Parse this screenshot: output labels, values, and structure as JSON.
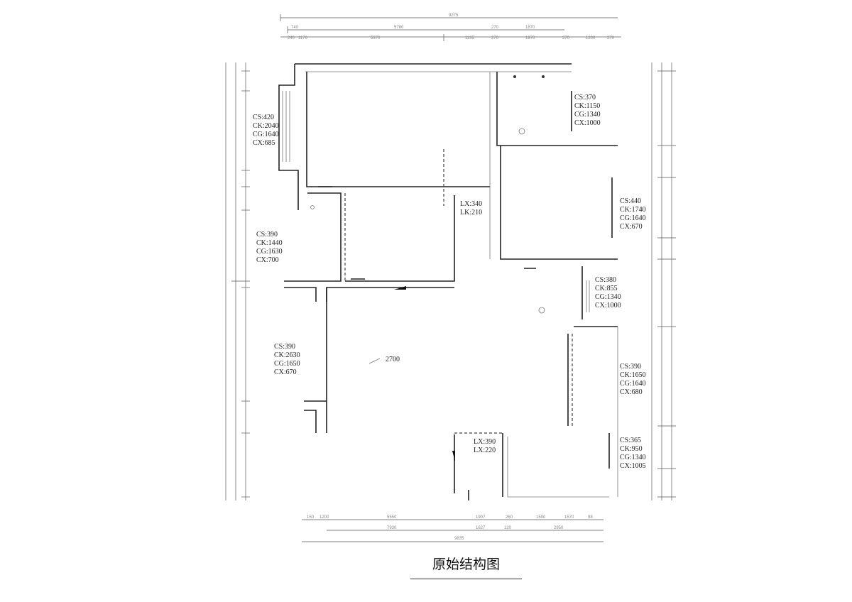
{
  "title": "原始结构图",
  "ceiling_height": "2700",
  "windows": [
    {
      "lines": [
        "CS:420",
        "CK:2040",
        "CG:1640",
        "CX:685"
      ]
    },
    {
      "lines": [
        "CS:370",
        "CK:1150",
        "CG:1340",
        "CX:1000"
      ]
    },
    {
      "lines": [
        "CS:440",
        "CK:1740",
        "CG:1640",
        "CX:670"
      ]
    },
    {
      "lines": [
        "CS:390",
        "CK:1440",
        "CG:1630",
        "CX:700"
      ]
    },
    {
      "lines": [
        "CS:380",
        "CK:855",
        "CG:1340",
        "CX:1000"
      ]
    },
    {
      "lines": [
        "CS:390",
        "CK:2630",
        "CG:1650",
        "CX:670"
      ]
    },
    {
      "lines": [
        "CS:390",
        "CK:1650",
        "CG:1640",
        "CX:680"
      ]
    },
    {
      "lines": [
        "CS:365",
        "CK:950",
        "CG:1340",
        "CX:1005"
      ]
    }
  ],
  "beams": [
    {
      "lines": [
        "LX:340",
        "LK:210"
      ]
    },
    {
      "lines": [
        "LX:390",
        "LX:220"
      ]
    }
  ],
  "dimensions": {
    "top_total": "9275",
    "top_row1": [
      "740",
      "5780",
      "270",
      "1870"
    ],
    "top_row2": [
      "240",
      "1170",
      "5370",
      "1135",
      "270",
      "1870",
      "270",
      "1200",
      "270"
    ],
    "bottom_row1": [
      "150",
      "1200",
      "5550",
      "1907",
      "260",
      "1500",
      "1570",
      "98"
    ],
    "bottom_row2": [
      "7930",
      "1627",
      "120",
      "2950"
    ],
    "bottom_total": "9835"
  }
}
